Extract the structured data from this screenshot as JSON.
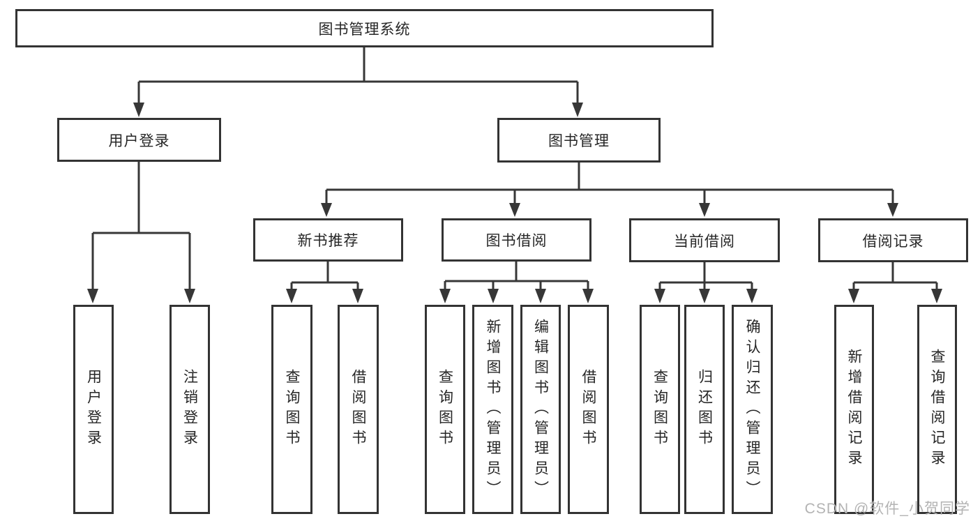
{
  "diagram": {
    "root": {
      "label": "图书管理系统"
    },
    "branches": {
      "user_login": {
        "label": "用户登录",
        "children": [
          "用户登录",
          "注销登录"
        ]
      },
      "book_mgmt": {
        "label": "图书管理",
        "sections": {
          "new_books": {
            "label": "新书推荐",
            "children": [
              "查询图书",
              "借阅图书"
            ]
          },
          "book_borrow": {
            "label": "图书借阅",
            "children": [
              "查询图书",
              "新增图书（管理员）",
              "编辑图书（管理员）",
              "借阅图书"
            ]
          },
          "current_borrow": {
            "label": "当前借阅",
            "children": [
              "查询图书",
              "归还图书",
              "确认归还（管理员）"
            ]
          },
          "borrow_records": {
            "label": "借阅记录",
            "children": [
              "新增借阅记录",
              "查询借阅记录"
            ]
          }
        }
      }
    }
  },
  "watermark": {
    "text": "CSDN @软件_小贺同学"
  },
  "colors": {
    "line": "#373737",
    "box_border": "#333333",
    "box_fill": "#ffffff",
    "text": "#262626",
    "background": "#ffffff",
    "watermark": "#b3b3b3"
  }
}
